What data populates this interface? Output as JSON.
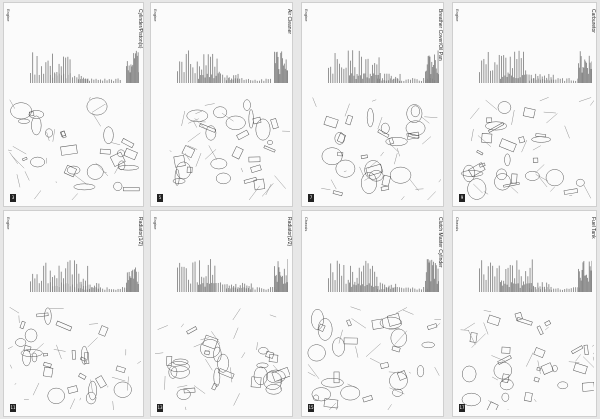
{
  "pages": [
    {
      "title": "Cylinder/Piston(s)",
      "section": "Engine",
      "page_no": "3"
    },
    {
      "title": "Air Cleaner",
      "section": "Engine",
      "page_no": "5"
    },
    {
      "title": "Breather Cover/Oil Pan",
      "section": "Engine",
      "page_no": "7"
    },
    {
      "title": "Carburetor",
      "section": "Engine",
      "page_no": "9"
    },
    {
      "title": "Radiator(1/2)",
      "section": "Engine",
      "page_no": "11"
    },
    {
      "title": "Radiator(2/2)",
      "section": "Engine",
      "page_no": "13"
    },
    {
      "title": "Clutch Master Cylinder",
      "section": "Chassis",
      "page_no": "15"
    },
    {
      "title": "Fuel Tank",
      "section": "Chassis",
      "page_no": "17"
    }
  ]
}
